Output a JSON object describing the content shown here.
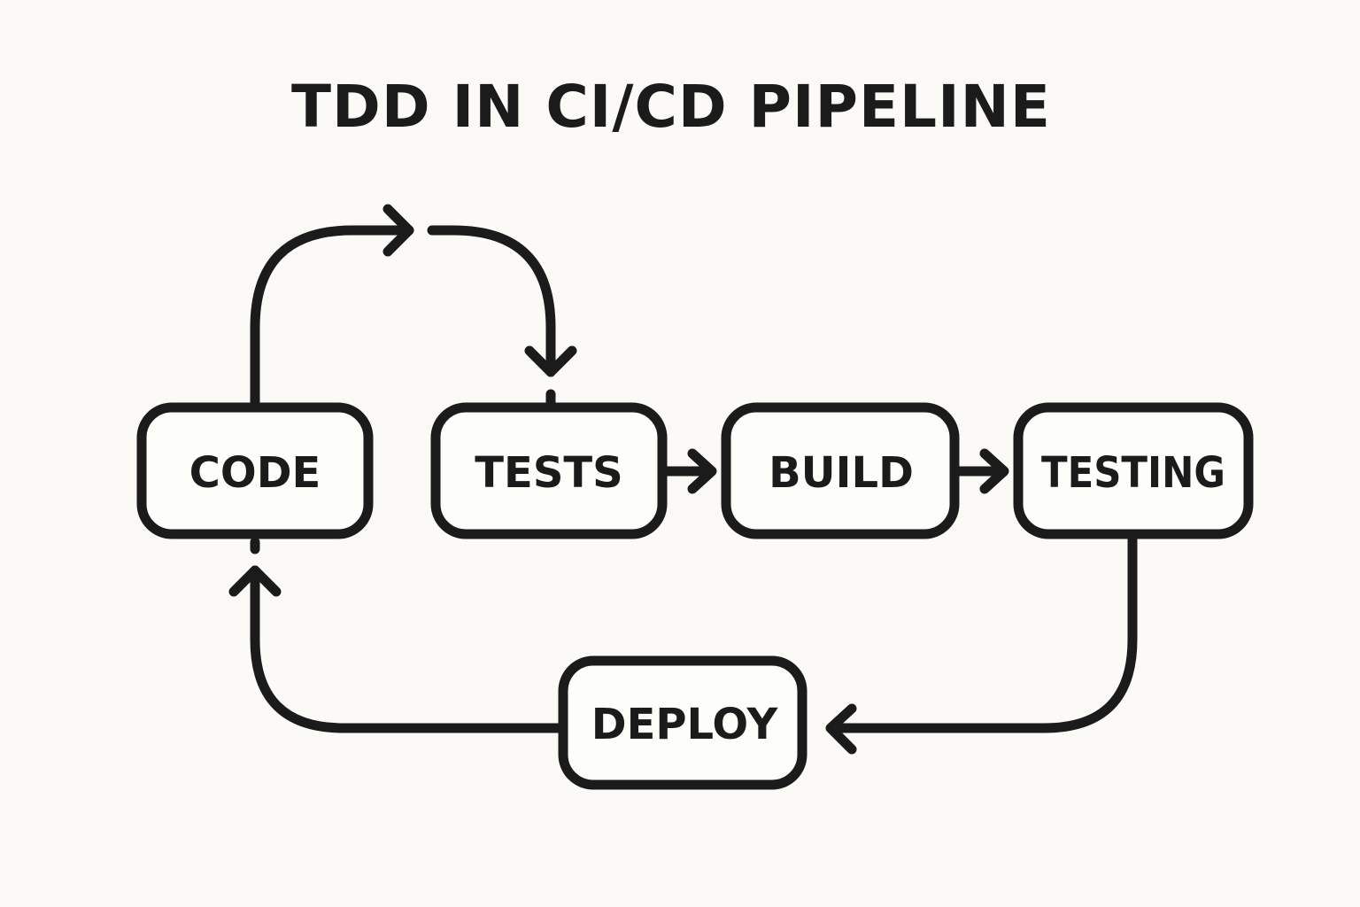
{
  "title": "TDD IN CI/CD PIPELINE",
  "colors": {
    "background": "#fbfaf6",
    "ink": "#1b1b1b",
    "box_fill": "#fdfdfa"
  },
  "nodes": [
    {
      "id": "code",
      "label": "CODE"
    },
    {
      "id": "tests",
      "label": "TESTS"
    },
    {
      "id": "build",
      "label": "BUILD"
    },
    {
      "id": "testing",
      "label": "TESTING"
    },
    {
      "id": "deploy",
      "label": "DEPLOY"
    }
  ],
  "edges": [
    {
      "from": "code",
      "to": "tests"
    },
    {
      "from": "tests",
      "to": "build"
    },
    {
      "from": "build",
      "to": "testing"
    },
    {
      "from": "testing",
      "to": "deploy"
    },
    {
      "from": "deploy",
      "to": "code"
    }
  ]
}
